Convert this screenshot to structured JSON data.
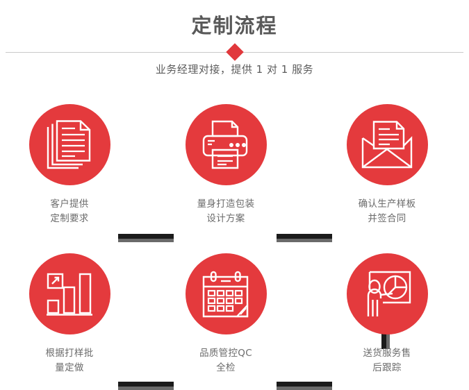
{
  "header": {
    "title": "定制流程",
    "subtitle": "业务经理对接，提供 1 对 1 服务",
    "diamond_icon": "diamond-marker"
  },
  "colors": {
    "brand_red": "#e43a3d",
    "title_gray": "#595959",
    "label_gray": "#6b6b6b",
    "connector_dark": "#1b1b1b",
    "connector_shadow": "#6a6a6a",
    "divider_line": "#c9c9c9"
  },
  "steps": [
    {
      "index": "1",
      "icon": "documents-stack-icon",
      "label": "客户提供\n定制要求"
    },
    {
      "index": "2",
      "icon": "printer-icon",
      "label": "量身打造包装\n设计方案"
    },
    {
      "index": "3",
      "icon": "envelope-document-icon",
      "label": "确认生产样板\n并签合同"
    },
    {
      "index": "4",
      "icon": "bar-chart-growth-icon",
      "label": "根据打样批\n量定做"
    },
    {
      "index": "5",
      "icon": "calendar-icon",
      "label": "品质管控QC\n全检"
    },
    {
      "index": "6",
      "icon": "presenter-pie-chart-icon",
      "label": "送货服务售\n后跟踪"
    }
  ],
  "connectors": [
    {
      "name": "connector-step1-step2",
      "orientation": "horizontal"
    },
    {
      "name": "connector-step2-step3",
      "orientation": "horizontal"
    },
    {
      "name": "connector-step3-step6",
      "orientation": "vertical"
    },
    {
      "name": "connector-step4-step5",
      "orientation": "horizontal"
    },
    {
      "name": "connector-step5-step6",
      "orientation": "horizontal"
    }
  ]
}
